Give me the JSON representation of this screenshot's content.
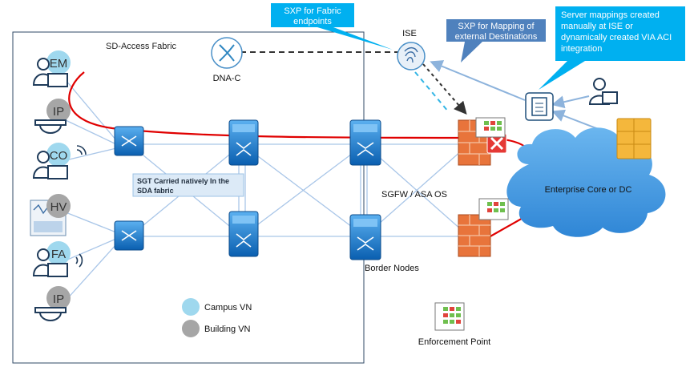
{
  "labels": {
    "fabric_title": "SD-Access Fabric",
    "dnac": "DNA-C",
    "ise": "ISE",
    "sgfw": "SGFW / ASA OS",
    "border_nodes": "Border Nodes",
    "enterprise_core": "Enterprise Core or DC",
    "enforcement_point": "Enforcement Point",
    "campus_vn": "Campus VN",
    "building_vn": "Building VN"
  },
  "callouts": {
    "sxp_fabric": [
      "SXP for Fabric",
      "endpoints"
    ],
    "sxp_mapping": [
      "SXP for Mapping of",
      "external Destinations"
    ],
    "server_mappings": [
      "Server mappings created",
      "manually at ISE or",
      "dynamically created VIA ACI",
      "integration"
    ],
    "sgt_note": [
      "SGT Carried natively In the",
      "SDA fabric"
    ]
  },
  "endpoints": [
    {
      "tag": "EM",
      "kind": "campus"
    },
    {
      "tag": "IP",
      "kind": "building"
    },
    {
      "tag": "CO",
      "kind": "campus"
    },
    {
      "tag": "HV",
      "kind": "building"
    },
    {
      "tag": "FA",
      "kind": "campus"
    },
    {
      "tag": "IP",
      "kind": "building"
    }
  ],
  "colors": {
    "campus_vn": "#9fd8ee",
    "building_vn": "#a6a6a6",
    "callout_blue": "#00b0f0",
    "callout_dark": "#4f81bd",
    "traffic_red": "#e00000",
    "cloud": "#5aa3e0",
    "switch_blue": "#1f77c8",
    "link_blue": "#9dc3e6"
  }
}
